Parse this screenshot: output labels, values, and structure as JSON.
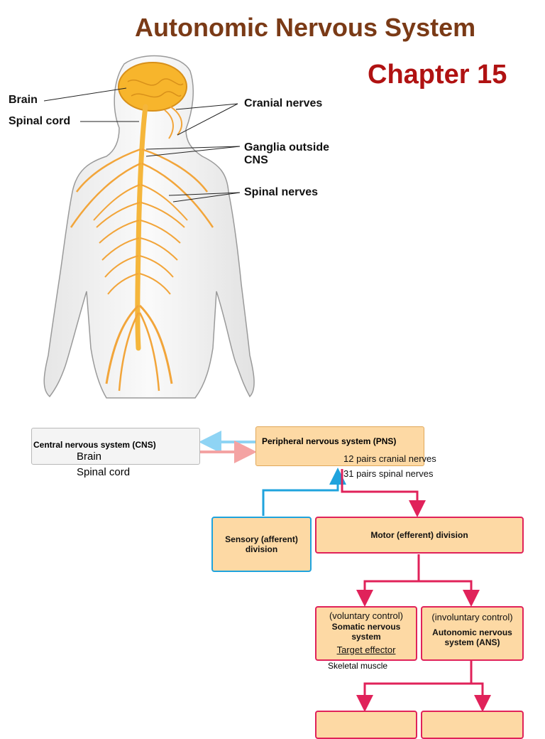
{
  "header": {
    "title": "Autonomic Nervous System",
    "chapter": "Chapter 15"
  },
  "illustration_labels": {
    "brain": "Brain",
    "spinal_cord": "Spinal cord",
    "cranial_nerves": "Cranial nerves",
    "ganglia_line1": "Ganglia outside",
    "ganglia_line2": "CNS",
    "spinal_nerves": "Spinal nerves"
  },
  "flowchart": {
    "cns": {
      "title": "Central nervous system (CNS)",
      "item1": "Brain",
      "item2": "Spinal cord"
    },
    "pns": {
      "title": "Peripheral nervous system (PNS)",
      "item1": "12 pairs cranial nerves",
      "item2": "31 pairs spinal nerves"
    },
    "sensory": {
      "line1": "Sensory (afferent)",
      "line2": "division"
    },
    "motor": {
      "title": "Motor (efferent) division"
    },
    "somatic": {
      "note": "(voluntary control)",
      "line1": "Somatic nervous",
      "line2": "system",
      "target_label": "Target effector",
      "target": "Skeletal muscle"
    },
    "autonomic": {
      "note": "(involuntary control)",
      "line1": "Autonomic nervous",
      "line2": "system (ANS)"
    }
  },
  "colors": {
    "title": "#7a3a16",
    "chapter": "#b01212",
    "box_fill": "#fdd9a4",
    "motor_line": "#e0225a",
    "sensory_line": "#1fa3dd",
    "nerve": "#f2a53a"
  }
}
